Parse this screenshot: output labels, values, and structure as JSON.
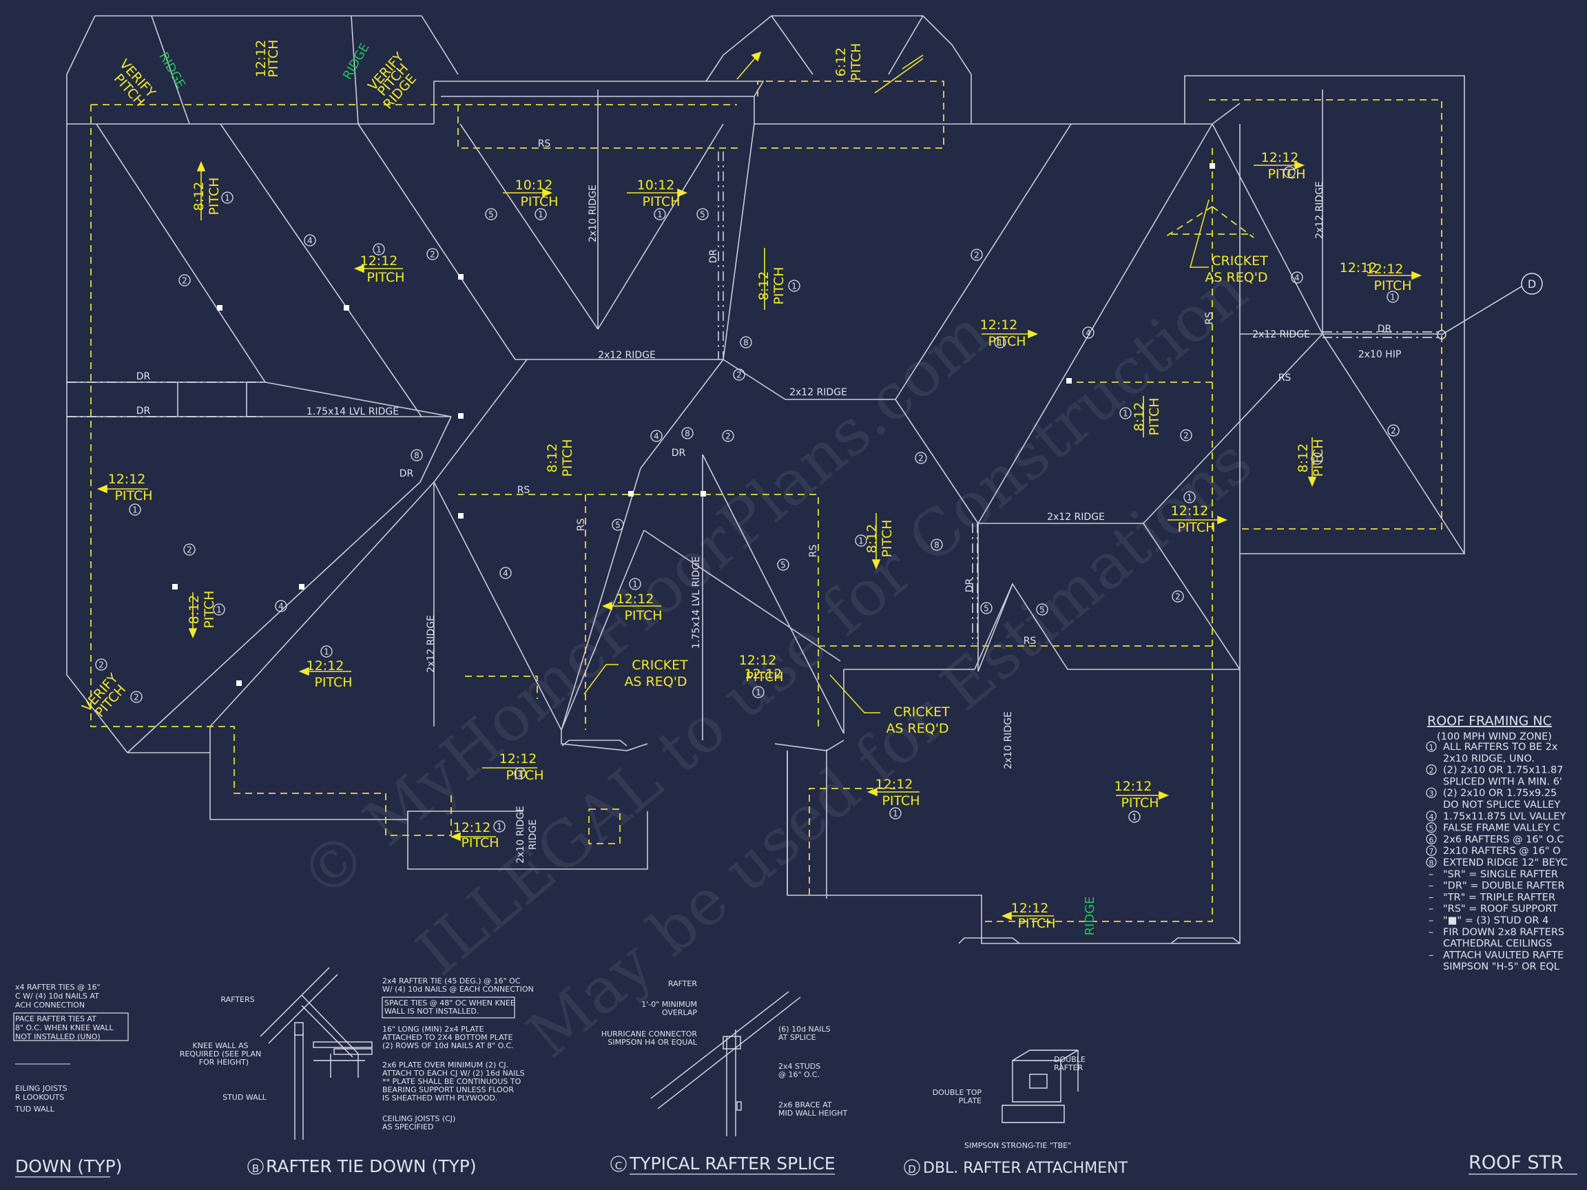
{
  "pitch_labels": [
    {
      "ratio": "12:12",
      "word": "PITCH",
      "num": "1"
    },
    {
      "ratio": "8:12",
      "word": "PITCH",
      "num": "1"
    },
    {
      "ratio": "12:12",
      "word": "PITCH",
      "num": "1"
    },
    {
      "ratio": "10:12",
      "word": "PITCH",
      "num": "1"
    },
    {
      "ratio": "10:12",
      "word": "PITCH",
      "num": "1"
    },
    {
      "ratio": "8:12",
      "word": "PITCH",
      "num": "1"
    },
    {
      "ratio": "6:12",
      "word": "PITCH",
      "num": ""
    },
    {
      "ratio": "12:12",
      "word": "PITCH",
      "num": "1"
    },
    {
      "ratio": "12:12",
      "word": "PITCH",
      "num": "1"
    },
    {
      "ratio": "12:12",
      "word": "PITCH",
      "num": "1"
    },
    {
      "ratio": "8:12",
      "word": "PITCH",
      "num": "1"
    },
    {
      "ratio": "12:12",
      "word": "PITCH",
      "num": "1"
    },
    {
      "ratio": "8:12",
      "word": "PITCH",
      "num": "1"
    },
    {
      "ratio": "12:12",
      "word": "PITCH",
      "num": "1"
    },
    {
      "ratio": "8:12",
      "word": "PITCH",
      "num": "1"
    },
    {
      "ratio": "12:12",
      "word": "PITCH",
      "num": "1"
    },
    {
      "ratio": "8:12",
      "word": "PITCH",
      "num": "1"
    },
    {
      "ratio": "12:12",
      "word": "PITCH",
      "num": "1"
    },
    {
      "ratio": "8:12",
      "word": "PITCH",
      "num": "1"
    },
    {
      "ratio": "12:12",
      "word": "PITCH",
      "num": "1"
    },
    {
      "ratio": "12:12",
      "word": "PITCH",
      "num": "1"
    },
    {
      "ratio": "12:12",
      "word": "PITCH",
      "num": "1"
    },
    {
      "ratio": "12:12",
      "word": "PITCH",
      "num": "1"
    },
    {
      "ratio": "12:12",
      "word": "PITCH",
      "num": "1"
    },
    {
      "ratio": "12:12",
      "word": "PITCH",
      "num": "1"
    },
    {
      "ratio": "12:12",
      "word": "PITCH",
      "num": "1"
    },
    {
      "ratio": "12:12",
      "word": "PITCH",
      "num": "1"
    }
  ],
  "member_labels": {
    "rs": "RS",
    "dr": "DR",
    "ridge_2x12": "2x12 RIDGE",
    "ridge_2x10": "2x10 RIDGE",
    "lvl_ridge": "1.75x14 LVL RIDGE",
    "hip_2x10": "2x10 HIP",
    "ridge": "RIDGE",
    "verify": "VERIFY",
    "pitch": "PITCH"
  },
  "callouts": {
    "cricket_line1": "CRICKET",
    "cricket_line2": "AS REQ'D"
  },
  "section_marker": "D",
  "watermark": {
    "line1": "© MyHomeFloorPlans.com",
    "line2": "ILLEGAL to use for Construction",
    "line3": "May be used for Estimations"
  },
  "notes": {
    "title": "ROOF FRAMING NC",
    "subtitle": "(100 MPH WIND ZONE)",
    "lines": [
      "ALL RAFTERS TO BE 2x",
      "2x10 RIDGE, UNO.",
      "(2) 2x10 OR 1.75x11.87",
      "SPLICED WITH A MIN. 6'",
      "(2) 2x10 OR 1.75x9.25",
      "DO NOT SPLICE VALLEY",
      "1.75x11.875 LVL VALLEY",
      "FALSE FRAME VALLEY C",
      "2x6 RAFTERS @ 16\" O.C",
      "2x10 RAFTERS @ 16\" O",
      "EXTEND RIDGE 12\" BEYC",
      "\"SR\" = SINGLE RAFTER",
      "\"DR\" = DOUBLE RAFTER",
      "\"TR\" = TRIPLE RAFTER",
      "\"RS\" = ROOF SUPPORT",
      "\"■\" = (3) STUD OR 4",
      "FIR DOWN 2x8 RAFTERS",
      "CATHEDRAL CEILINGS",
      "ATTACH VAULTED RAFTE",
      "SIMPSON \"H-5\" OR EQL"
    ],
    "markers": [
      "1",
      "",
      "2",
      "",
      "3",
      "",
      "4",
      "5",
      "6",
      "7",
      "8",
      "–",
      "–",
      "–",
      "–",
      "–",
      "–",
      "",
      "–",
      ""
    ]
  },
  "detail_a": {
    "title": "DOWN (TYP)",
    "lines": [
      "x4 RAFTER TIES @ 16\"",
      "C W/ (4) 10d NAILS AT",
      "ACH CONNECTION",
      "PACE RAFTER TIES AT",
      "8\" O.C. WHEN KNEE WALL",
      "NOT INSTALLED (UNO)",
      "EILING JOISTS",
      "R LOOKOUTS",
      "TUD WALL"
    ]
  },
  "detail_b": {
    "letter": "B",
    "title": "RAFTER TIE DOWN (TYP)",
    "labels": [
      "RAFTERS",
      "KNEE WALL AS",
      "REQUIRED (SEE PLAN",
      "FOR HEIGHT)",
      "STUD WALL",
      "2x4 RAFTER TIE (45 DEG.) @ 16\" OC",
      "W/ (4) 10d NAILS @ EACH CONNECTION",
      "SPACE TIES @ 48\" OC WHEN KNEE",
      "WALL IS NOT INSTALLED.",
      "16\" LONG (MIN) 2x4 PLATE",
      "ATTACHED TO 2X4 BOTTOM PLATE",
      "(2) ROWS OF 10d NAILS AT 8\" O.C.",
      "2x6 PLATE OVER MINIMUM (2) CJ.",
      "ATTACH TO EACH CJ W/ (2) 16d NAILS",
      "** PLATE SHALL BE CONTINUOUS TO",
      "BEARING SUPPORT UNLESS FLOOR",
      "IS SHEATHED WITH PLYWOOD.",
      "CEILING JOISTS (CJ)",
      "AS SPECIFIED"
    ]
  },
  "detail_c": {
    "letter": "C",
    "title": "TYPICAL RAFTER SPLICE",
    "labels": [
      "RAFTER",
      "1'-0\" MINIMUM",
      "OVERLAP",
      "HURRICANE CONNECTOR",
      "SIMPSON H4 OR EQUAL",
      "(6) 10d NAILS",
      "AT SPLICE",
      "2x4 STUDS",
      "@ 16\" O.C.",
      "2x6 BRACE AT",
      "MID WALL HEIGHT"
    ]
  },
  "detail_d": {
    "letter": "D",
    "title": "DBL. RAFTER ATTACHMENT",
    "labels": [
      "DOUBLE",
      "RAFTER",
      "DOUBLE TOP",
      "PLATE",
      "SIMPSON STRONG-TIE \"TBE\""
    ]
  },
  "sheet_title": "ROOF STR"
}
